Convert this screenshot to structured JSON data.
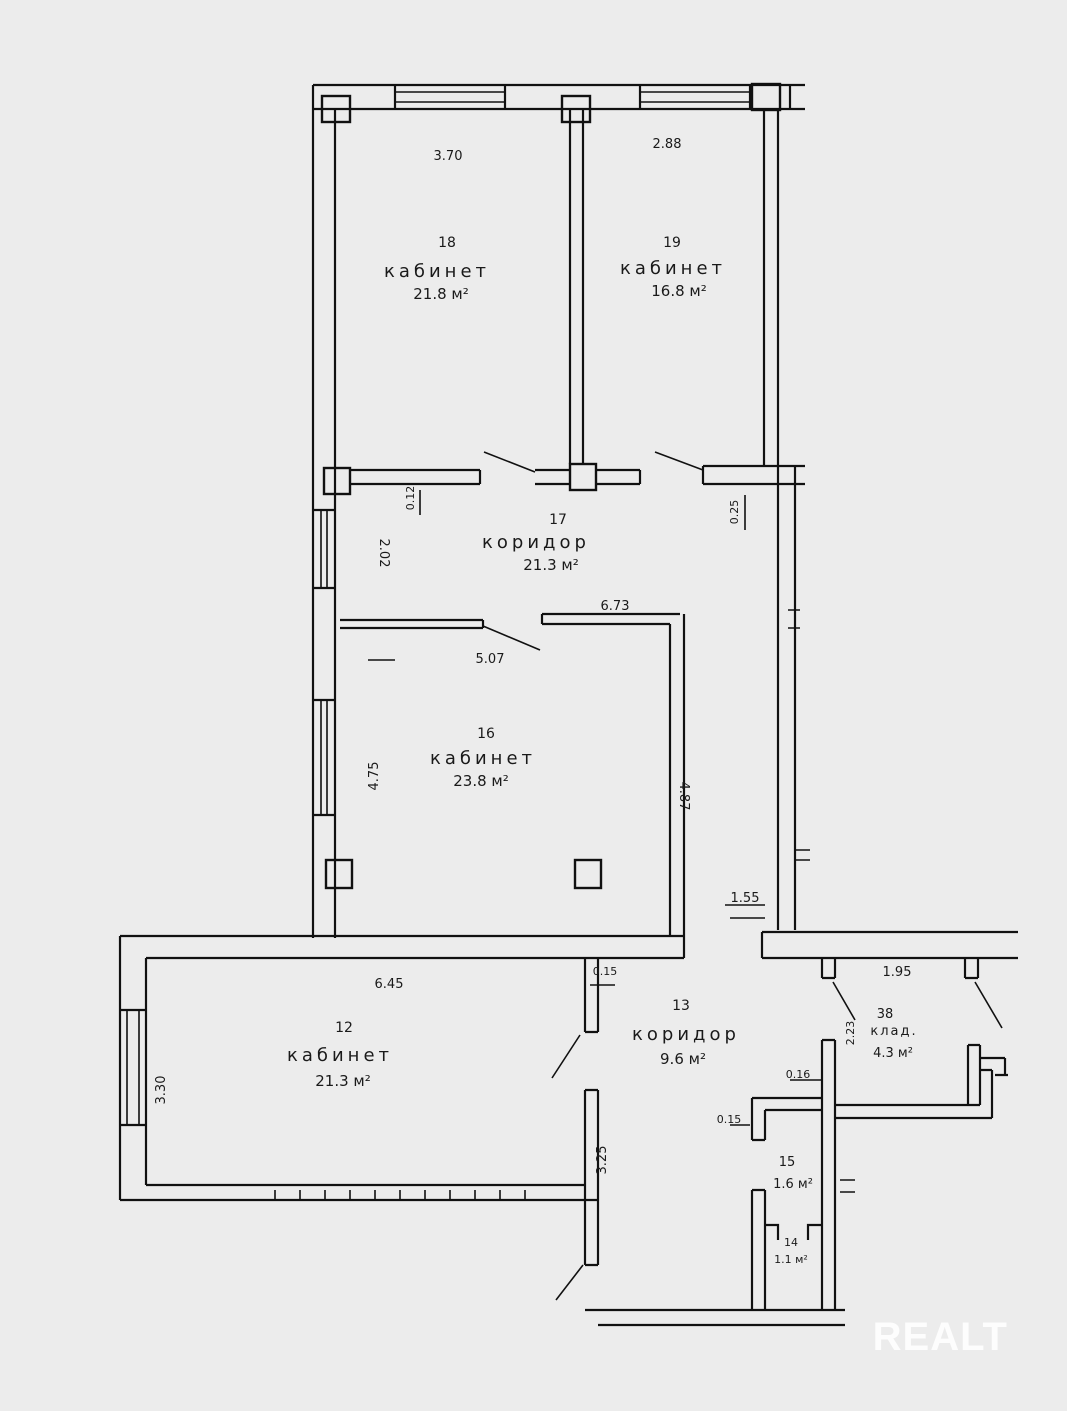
{
  "plan": {
    "rooms": [
      {
        "id": "room-18",
        "number": "18",
        "name": "кабинет",
        "area": "21.8 м²"
      },
      {
        "id": "room-19",
        "number": "19",
        "name": "кабинет",
        "area": "16.8 м²"
      },
      {
        "id": "room-17",
        "number": "17",
        "name": "коридор",
        "area": "21.3 м²"
      },
      {
        "id": "room-16",
        "number": "16",
        "name": "кабинет",
        "area": "23.8 м²"
      },
      {
        "id": "room-12",
        "number": "12",
        "name": "кабинет",
        "area": "21.3 м²"
      },
      {
        "id": "room-13",
        "number": "13",
        "name": "коридор",
        "area": "9.6 м²"
      },
      {
        "id": "room-38",
        "number": "38",
        "name": "клад.",
        "area": "4.3 м²"
      },
      {
        "id": "room-15",
        "number": "15",
        "name": "",
        "area": "1.6 м²"
      },
      {
        "id": "room-14",
        "number": "14",
        "name": "",
        "area": "1.1 м²"
      }
    ],
    "dimensions": {
      "d1": "3.70",
      "d2": "2.88",
      "d3": "6.73",
      "d4": "5.07",
      "d5": "2.02",
      "d6": "0.12",
      "d7": "0.25",
      "d8": "4.75",
      "d9": "4.87",
      "d10": "1.55",
      "d11": "6.45",
      "d12": "0.15",
      "d13": "3.30",
      "d14": "3.25",
      "d15": "1.95",
      "d16": "2.23",
      "d17": "0.16",
      "d18": "0.15"
    },
    "watermark": "REALT"
  }
}
